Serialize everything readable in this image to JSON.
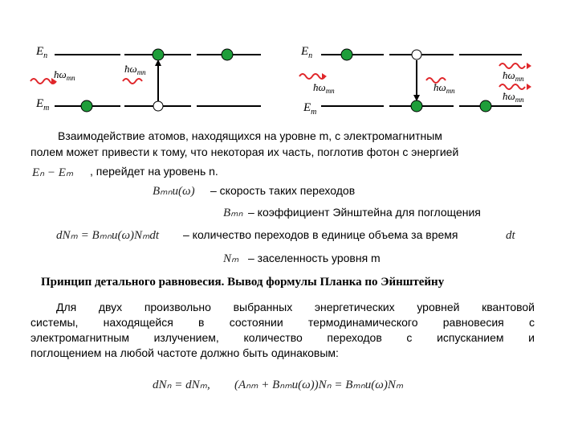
{
  "diagram": {
    "label_En": "E",
    "label_En_sub": "n",
    "label_Em": "E",
    "label_Em_sub": "m",
    "photon_label": "ħω",
    "photon_sub": "mn",
    "colors": {
      "atom_fill": "#1e9e3a",
      "photon_wave": "#e0262a",
      "level_line": "#000000"
    }
  },
  "intro": {
    "line1": "Взаимодействие атомов, находящихся на уровне m, с электромагнитным",
    "line2": "полем может привести к тому, что некоторая их часть, поглотив фотон с энергией",
    "energy_formula": "Eₙ − Eₘ",
    "line3": ", перейдет на уровень n."
  },
  "defs": [
    {
      "formula": "Bₘₙu(ω)",
      "text": "– скорость таких переходов"
    },
    {
      "formula": "Bₘₙ",
      "text": "– коэффициент Эйнштейна для поглощения"
    },
    {
      "formula": "dNₘ = Bₘₙu(ω)Nₘdt",
      "text": "– количество переходов в единице объема за время",
      "tail": "dt"
    },
    {
      "formula": "Nₘ",
      "text": "– заселенность уровня m"
    }
  ],
  "section_title": "Принцип детального равновесия. Вывод формулы Планка по Эйнштейну",
  "paragraph": [
    "Для двух произвольно выбранных энергетических уровней квантовой",
    "системы, находящейся в состоянии термодинамического равновесия с",
    "электромагнитным излучением, количество переходов с испусканием и",
    "поглощением на любой частоте должно быть одинаковым:"
  ],
  "final_formula": {
    "left": "dNₙ = dNₘ,",
    "right": "(Aₙₘ + Bₙₘu(ω))Nₙ = Bₘₙu(ω)Nₘ"
  }
}
